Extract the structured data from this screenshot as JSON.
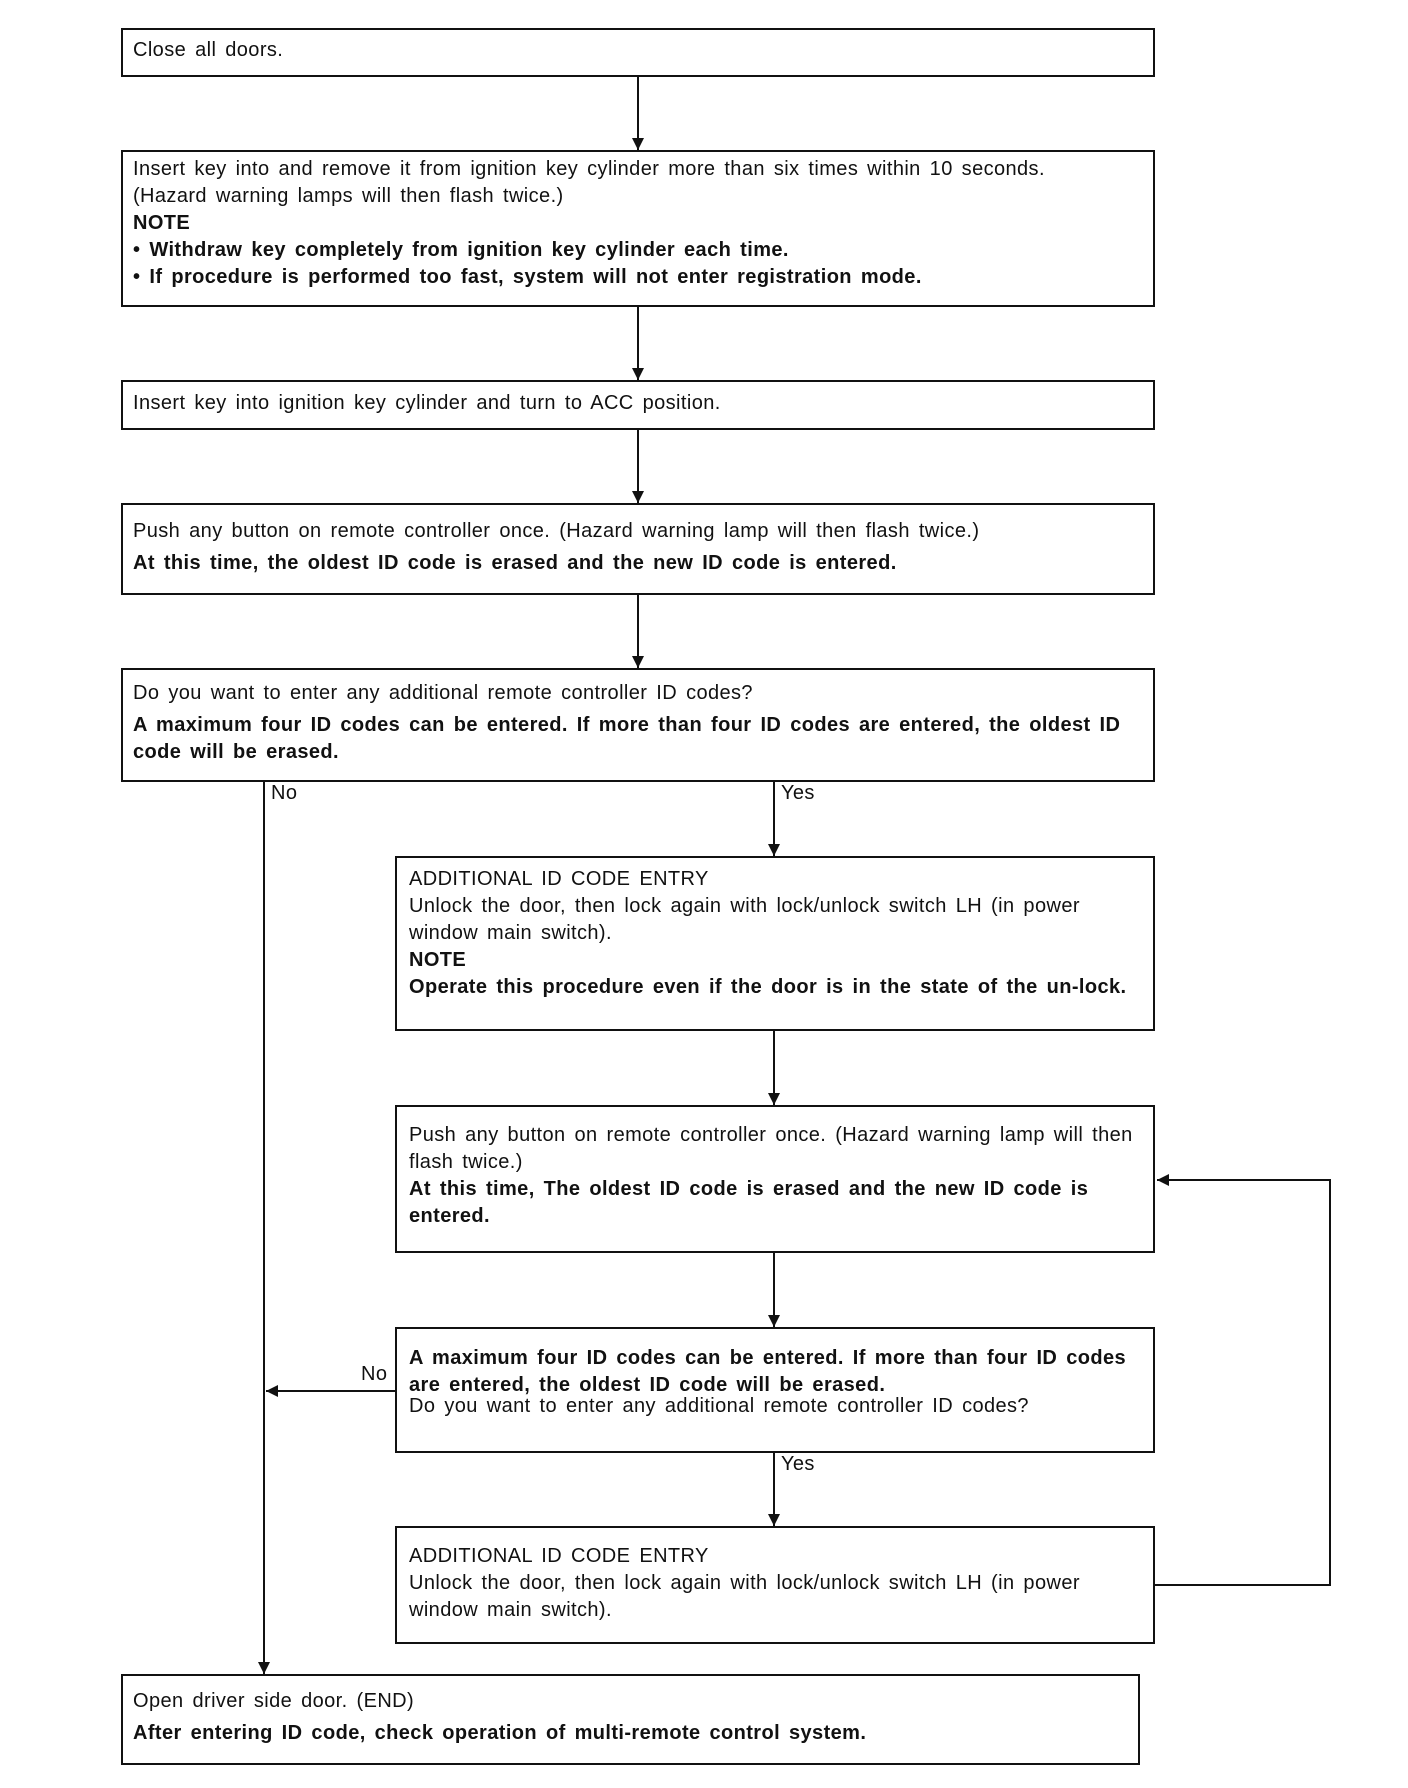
{
  "steps": {
    "close_doors": {
      "text": "Close all doors."
    },
    "insert_remove_key": {
      "text": "Insert key into and remove it from ignition key cylinder more than six times within 10 seconds.",
      "text2": "(Hazard warning lamps will then flash twice.)",
      "note_heading": "NOTE",
      "note_items": [
        "• Withdraw key completely from ignition key cylinder each time.",
        "• If procedure is performed too fast, system will not enter registration mode."
      ]
    },
    "turn_acc": {
      "text": "Insert key into ignition key cylinder and turn to ACC position."
    },
    "push_button_first": {
      "text": "Push any button on remote controller once. (Hazard warning lamp will then flash twice.)",
      "bold_text": "At this time, the oldest ID code is erased and the new ID code is entered."
    },
    "question_first": {
      "text": "Do you want to enter any additional remote controller ID codes?",
      "bold_text": "A maximum four ID codes can be entered. If more than four ID codes are entered, the oldest ID code will be erased."
    },
    "additional_entry_1": {
      "title": "ADDITIONAL ID CODE ENTRY",
      "text": "Unlock the door, then lock again with lock/unlock switch LH (in power window main switch).",
      "note_heading": "NOTE",
      "bold_text": "Operate this procedure even if the door is in the state of the un-lock."
    },
    "push_button_loop": {
      "text": "Push any button on remote controller once. (Hazard warning lamp will then flash twice.)",
      "bold_text": "At this time, The oldest ID code is erased and the new ID code is entered."
    },
    "question_loop": {
      "bold_text": "A maximum four ID codes can be entered. If more than four ID codes are entered, the oldest ID code will be erased.",
      "text": "Do you want to enter any additional remote controller ID codes?"
    },
    "additional_entry_2": {
      "title": "ADDITIONAL ID CODE ENTRY",
      "text": "Unlock the door, then lock again with lock/unlock switch LH (in power window main switch)."
    },
    "end": {
      "text": "Open driver side door. (END)",
      "bold_text": "After entering ID code, check operation of multi-remote control system."
    }
  },
  "labels": {
    "no_first": "No",
    "yes_first": "Yes",
    "no_loop": "No",
    "yes_loop": "Yes"
  }
}
